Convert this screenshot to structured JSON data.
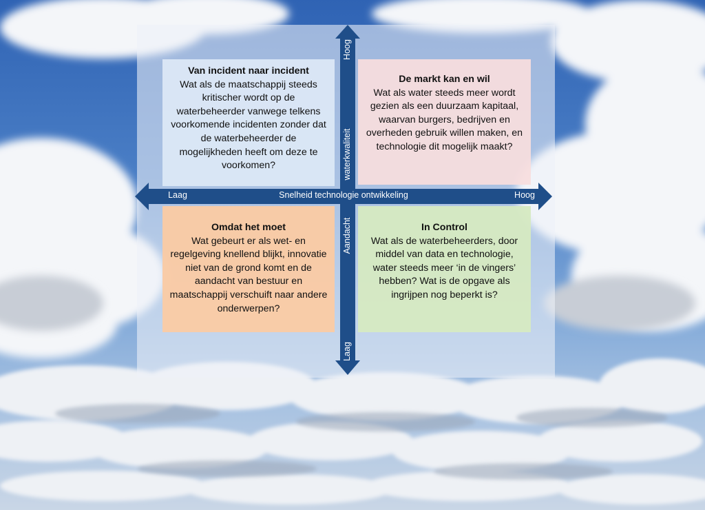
{
  "quadrants": {
    "top_left": {
      "title": "Van incident naar incident",
      "body": "Wat als de maatschappij steeds kritischer wordt op de waterbeheerder vanwege telkens voorkomende incidenten zonder dat de waterbeheerder de mogelijkheden heeft om deze te voorkomen?"
    },
    "top_right": {
      "title": "De markt kan en wil",
      "body": "Wat als water steeds meer wordt gezien als een duurzaam kapitaal, waarvan burgers, bedrijven en overheden gebruik willen maken, en technologie dit mogelijk maakt?"
    },
    "bottom_left": {
      "title": "Omdat het moet",
      "body": "Wat gebeurt er als wet- en regelgeving knellend blijkt, innovatie niet van de grond komt en de aandacht van bestuur en maatschappij verschuift naar andere onderwerpen?"
    },
    "bottom_right": {
      "title": "In Control",
      "body": "Wat als de waterbeheerders, door middel van data en technologie, water steeds meer ‘in de vingers’ hebben? Wat is de opgave als ingrijpen nog beperkt is?"
    }
  },
  "x_axis": {
    "title": "Snelheid technologie ontwikkeling",
    "low": "Laag",
    "high": "Hoog"
  },
  "y_axis": {
    "title_upper": "waterkwaliteit",
    "title_lower": "Aandacht",
    "low": "Laag",
    "high": "Hoog"
  },
  "colors": {
    "arrow": "#1f4e89",
    "top_left_fill": "#dde8f6",
    "top_right_fill": "#f7dede",
    "bottom_left_fill": "#facba4",
    "bottom_right_fill": "#d5e9c2"
  }
}
